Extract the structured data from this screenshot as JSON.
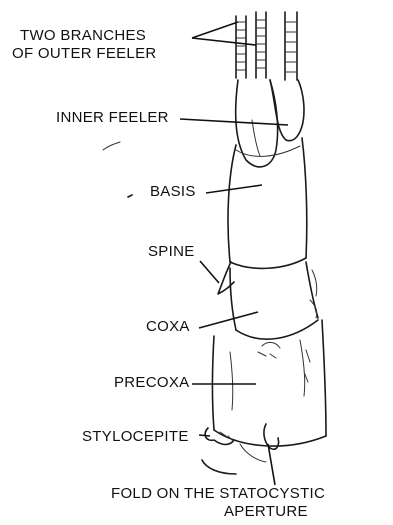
{
  "labels": {
    "outer_feeler_line1": "TWO BRANCHES",
    "outer_feeler_line2": "OF OUTER FEELER",
    "inner_feeler": "INNER FEELER",
    "basis": "BASIS",
    "spine": "SPINE",
    "coxa": "COXA",
    "precoxa": "PRECOXA",
    "stylocerite": "STYLOCEPITE",
    "fold_line1": "FOLD ON THE STATOCYSTIC",
    "fold_line2": "APERTURE"
  },
  "colors": {
    "ink": "#111111",
    "background": "#ffffff"
  }
}
